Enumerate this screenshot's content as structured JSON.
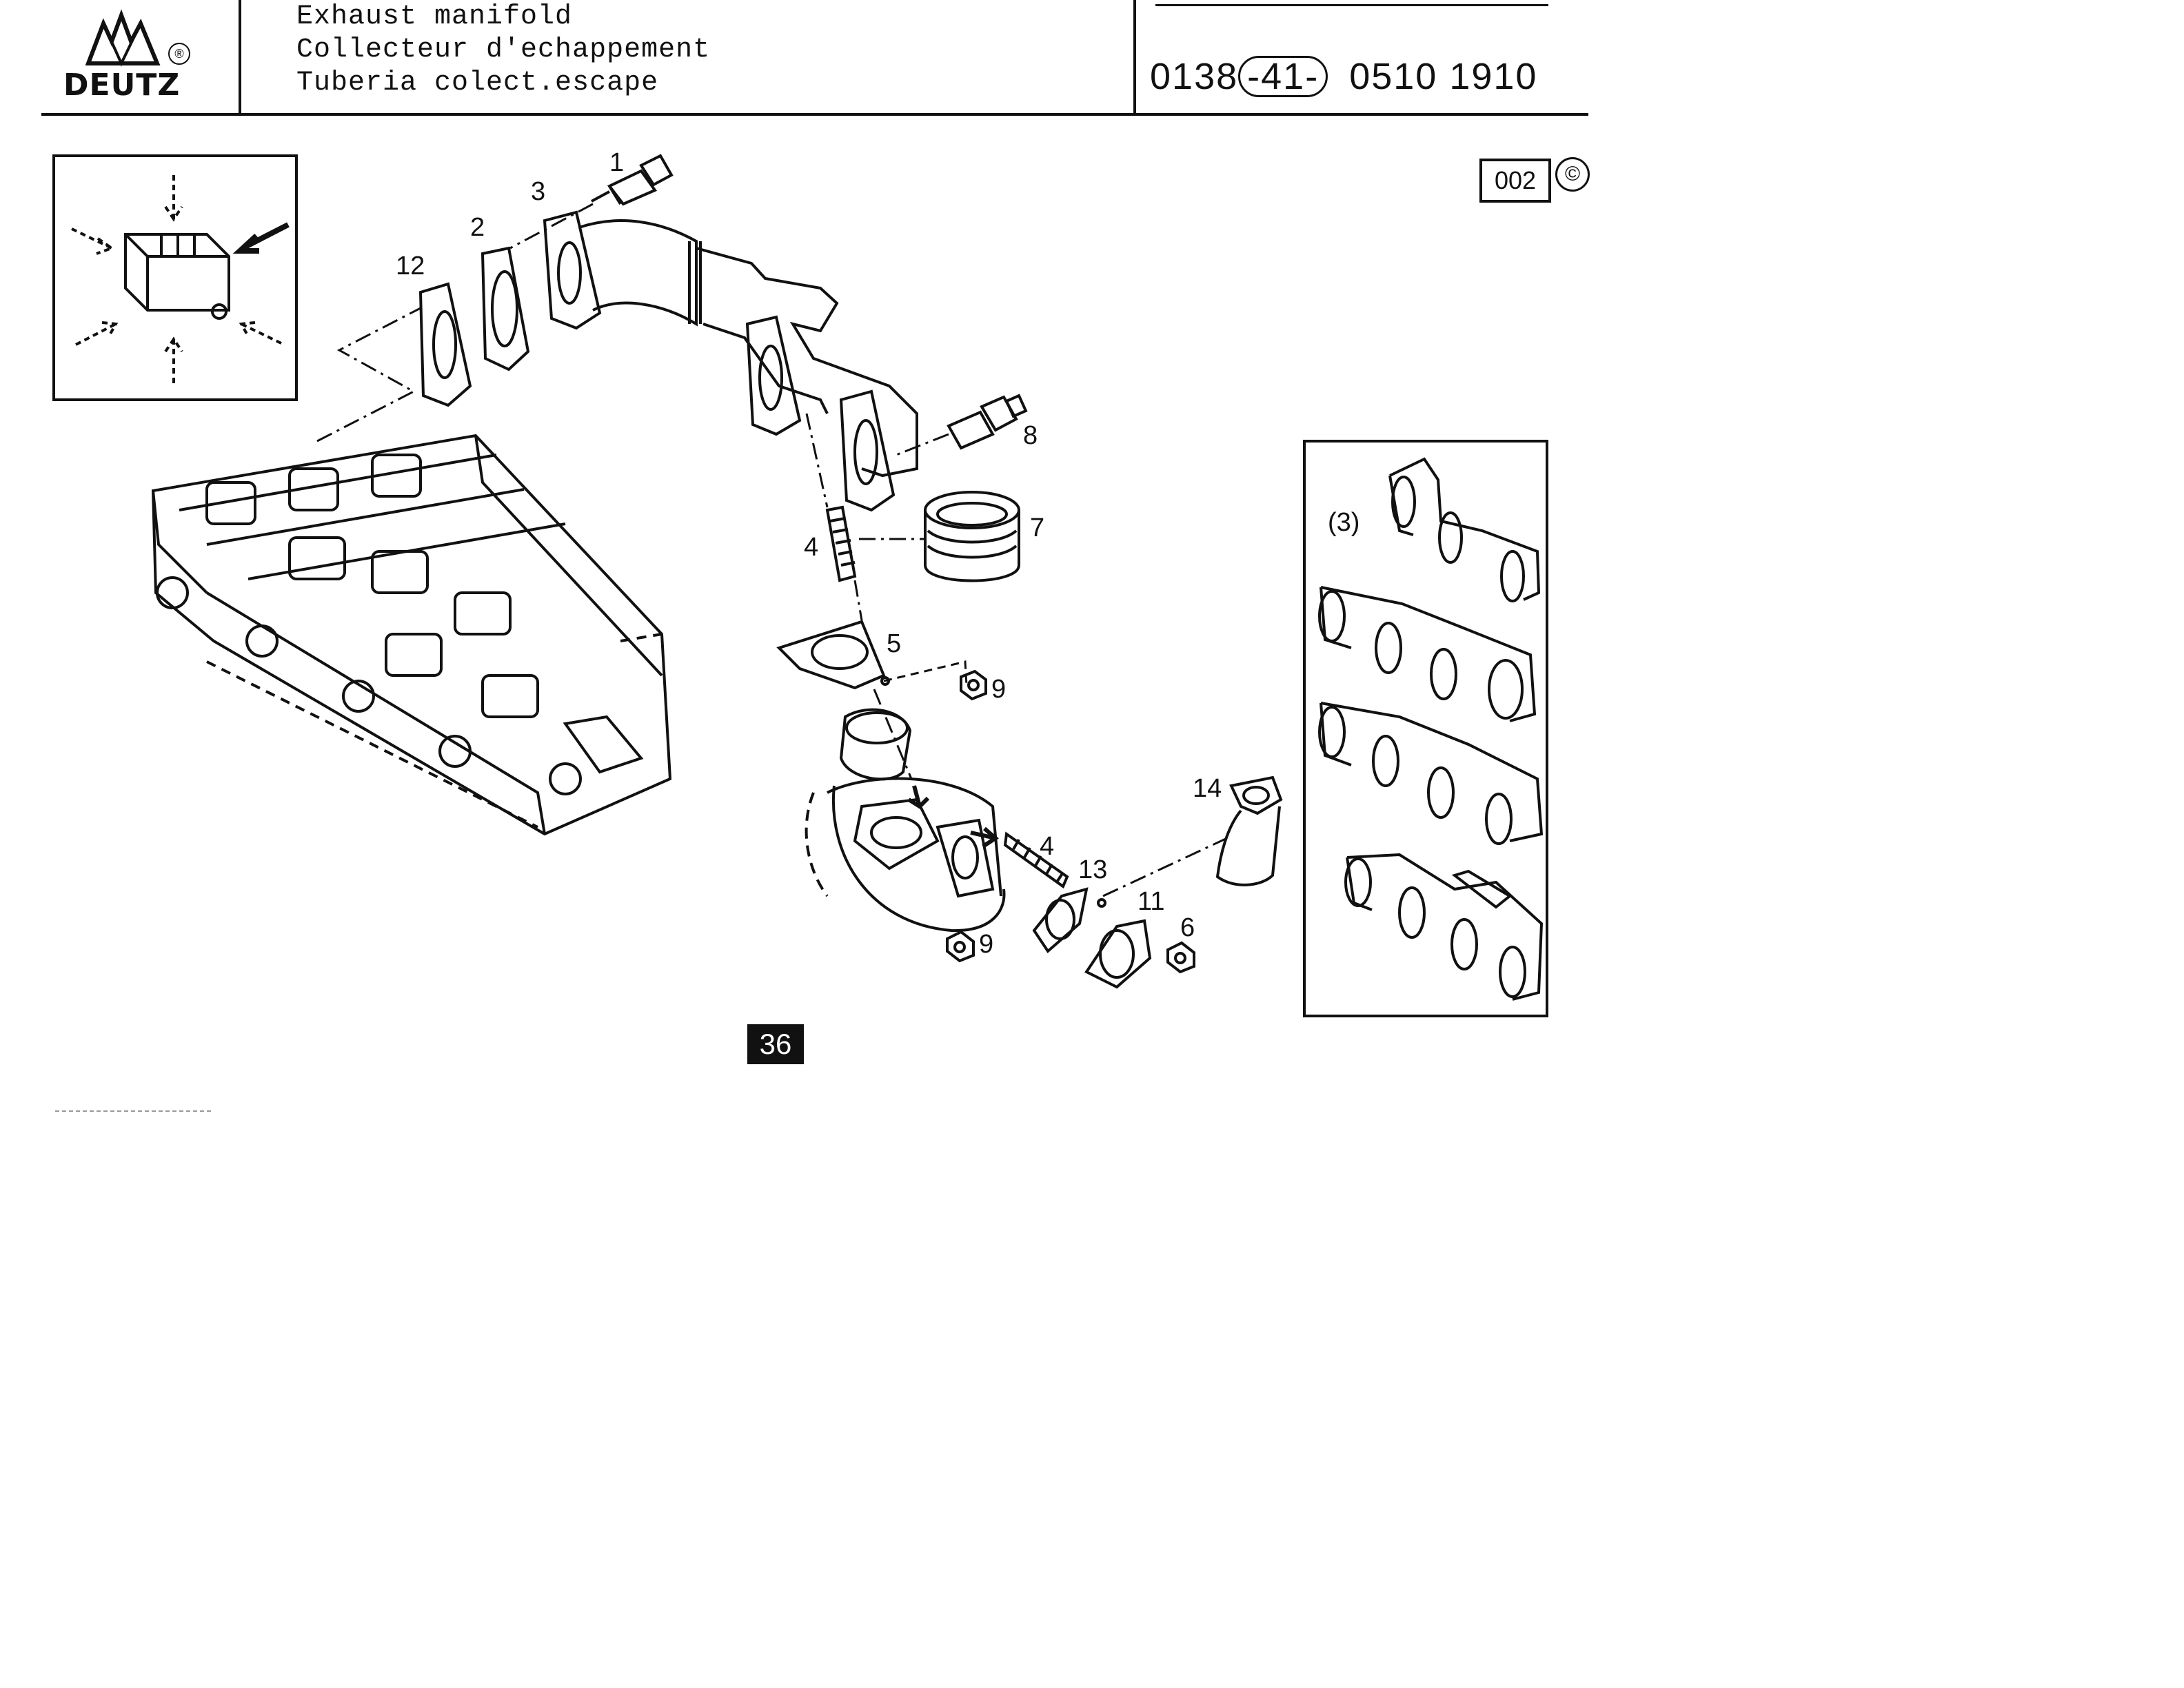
{
  "header": {
    "brand": "DEUTZ",
    "registered_mark": "®",
    "title_lines": [
      "Exhaust manifold",
      "Collecteur d'echappement",
      "Tuberia colect.escape"
    ],
    "part_code": {
      "prefix": "0138",
      "group": "-41-",
      "suffix": "0510 1910"
    },
    "page_badge": "002",
    "copyright_mark": "©"
  },
  "diagram": {
    "callouts": [
      "1",
      "2",
      "3",
      "12",
      "8",
      "7",
      "4",
      "5",
      "9",
      "14",
      "4",
      "13",
      "11",
      "6",
      "9"
    ],
    "variant_label": "(3)"
  },
  "footer": {
    "page_number": "36"
  }
}
